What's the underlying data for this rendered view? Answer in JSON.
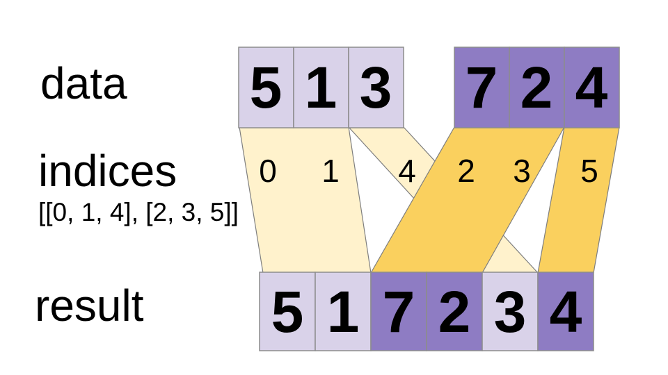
{
  "labels": {
    "data": "data",
    "indices": "indices",
    "indices_value": "[[0, 1, 4], [2, 3, 5]]",
    "result": "result"
  },
  "arrays": {
    "first": {
      "values": [
        "5",
        "1",
        "3"
      ]
    },
    "second": {
      "values": [
        "7",
        "2",
        "4"
      ]
    }
  },
  "index_labels": [
    "0",
    "1",
    "4",
    "2",
    "3",
    "5"
  ],
  "result": {
    "values": [
      "5",
      "1",
      "7",
      "2",
      "3",
      "4"
    ]
  },
  "colors": {
    "array1_fill": "#d9d2e9",
    "array2_fill": "#8e7cc3",
    "band_light_fill": "#fff2cc",
    "band_gold_fill": "#fad05e",
    "cell_border": "#8c8c8c"
  }
}
